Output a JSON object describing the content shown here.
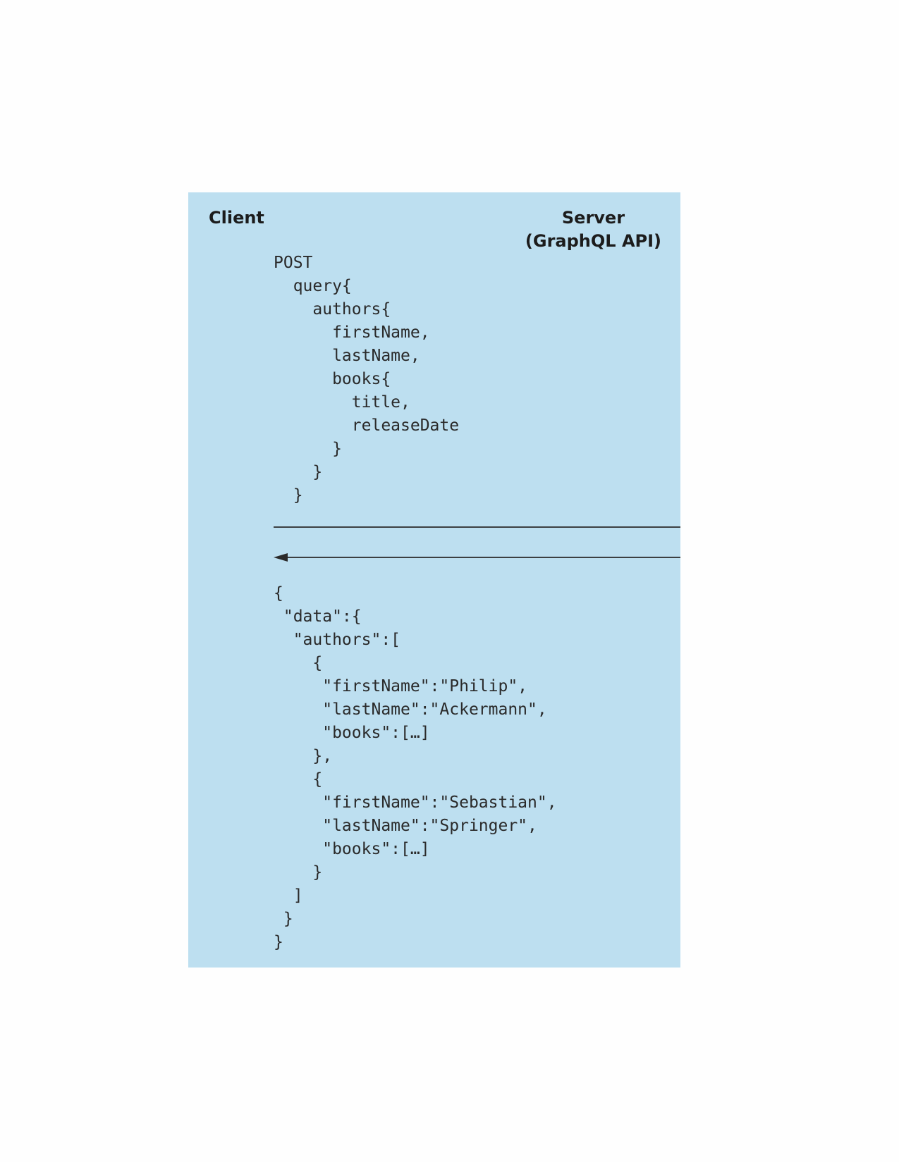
{
  "client": {
    "label": "Client"
  },
  "server": {
    "label": "Server\n(GraphQL API)"
  },
  "request": {
    "code": "POST\n  query{\n    authors{\n      firstName,\n      lastName,\n      books{\n        title,\n        releaseDate\n      }\n    }\n  }"
  },
  "response": {
    "code": "{\n \"data\":{\n  \"authors\":[\n    {\n     \"firstName\":\"Philip\",\n     \"lastName\":\"Ackermann\",\n     \"books\":[…]\n    },\n    {\n     \"firstName\":\"Sebastian\",\n     \"lastName\":\"Springer\",\n     \"books\":[…]\n    }\n  ]\n }\n}"
  },
  "colors": {
    "panel": "#bddff0",
    "text": "#1c1c1c",
    "arrow": "#2a2a2a"
  }
}
